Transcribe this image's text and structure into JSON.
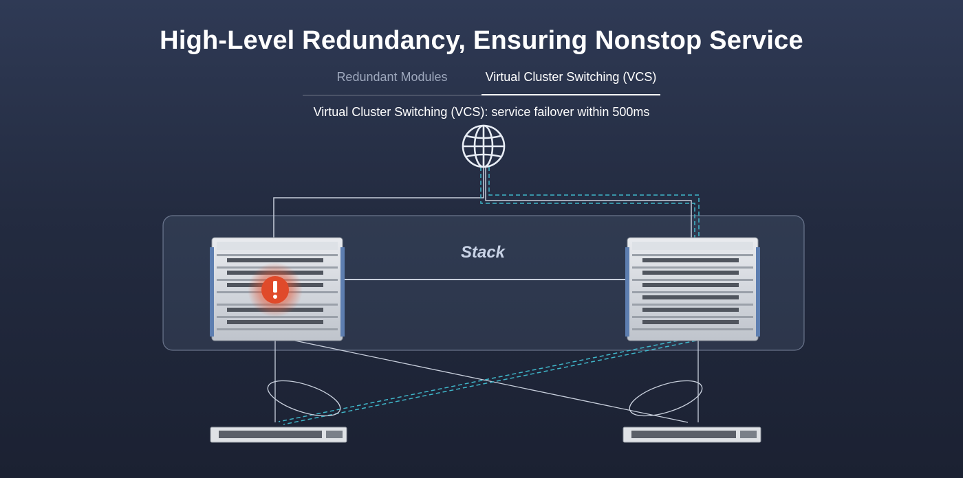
{
  "page": {
    "title": "High-Level Redundancy, Ensuring Nonstop Service",
    "subtitle": "Virtual Cluster Switching (VCS): service failover within 500ms"
  },
  "tabs": [
    {
      "label": "Redundant Modules",
      "active": false
    },
    {
      "label": "Virtual Cluster Switching (VCS)",
      "active": true
    }
  ],
  "diagram": {
    "stack_label": "Stack",
    "top_icon": "globe-icon",
    "alert_icon": "exclamation-icon",
    "colors": {
      "link": "#c8cfdc",
      "failover": "#3fb6c9",
      "alert": "#e04a2a"
    }
  }
}
